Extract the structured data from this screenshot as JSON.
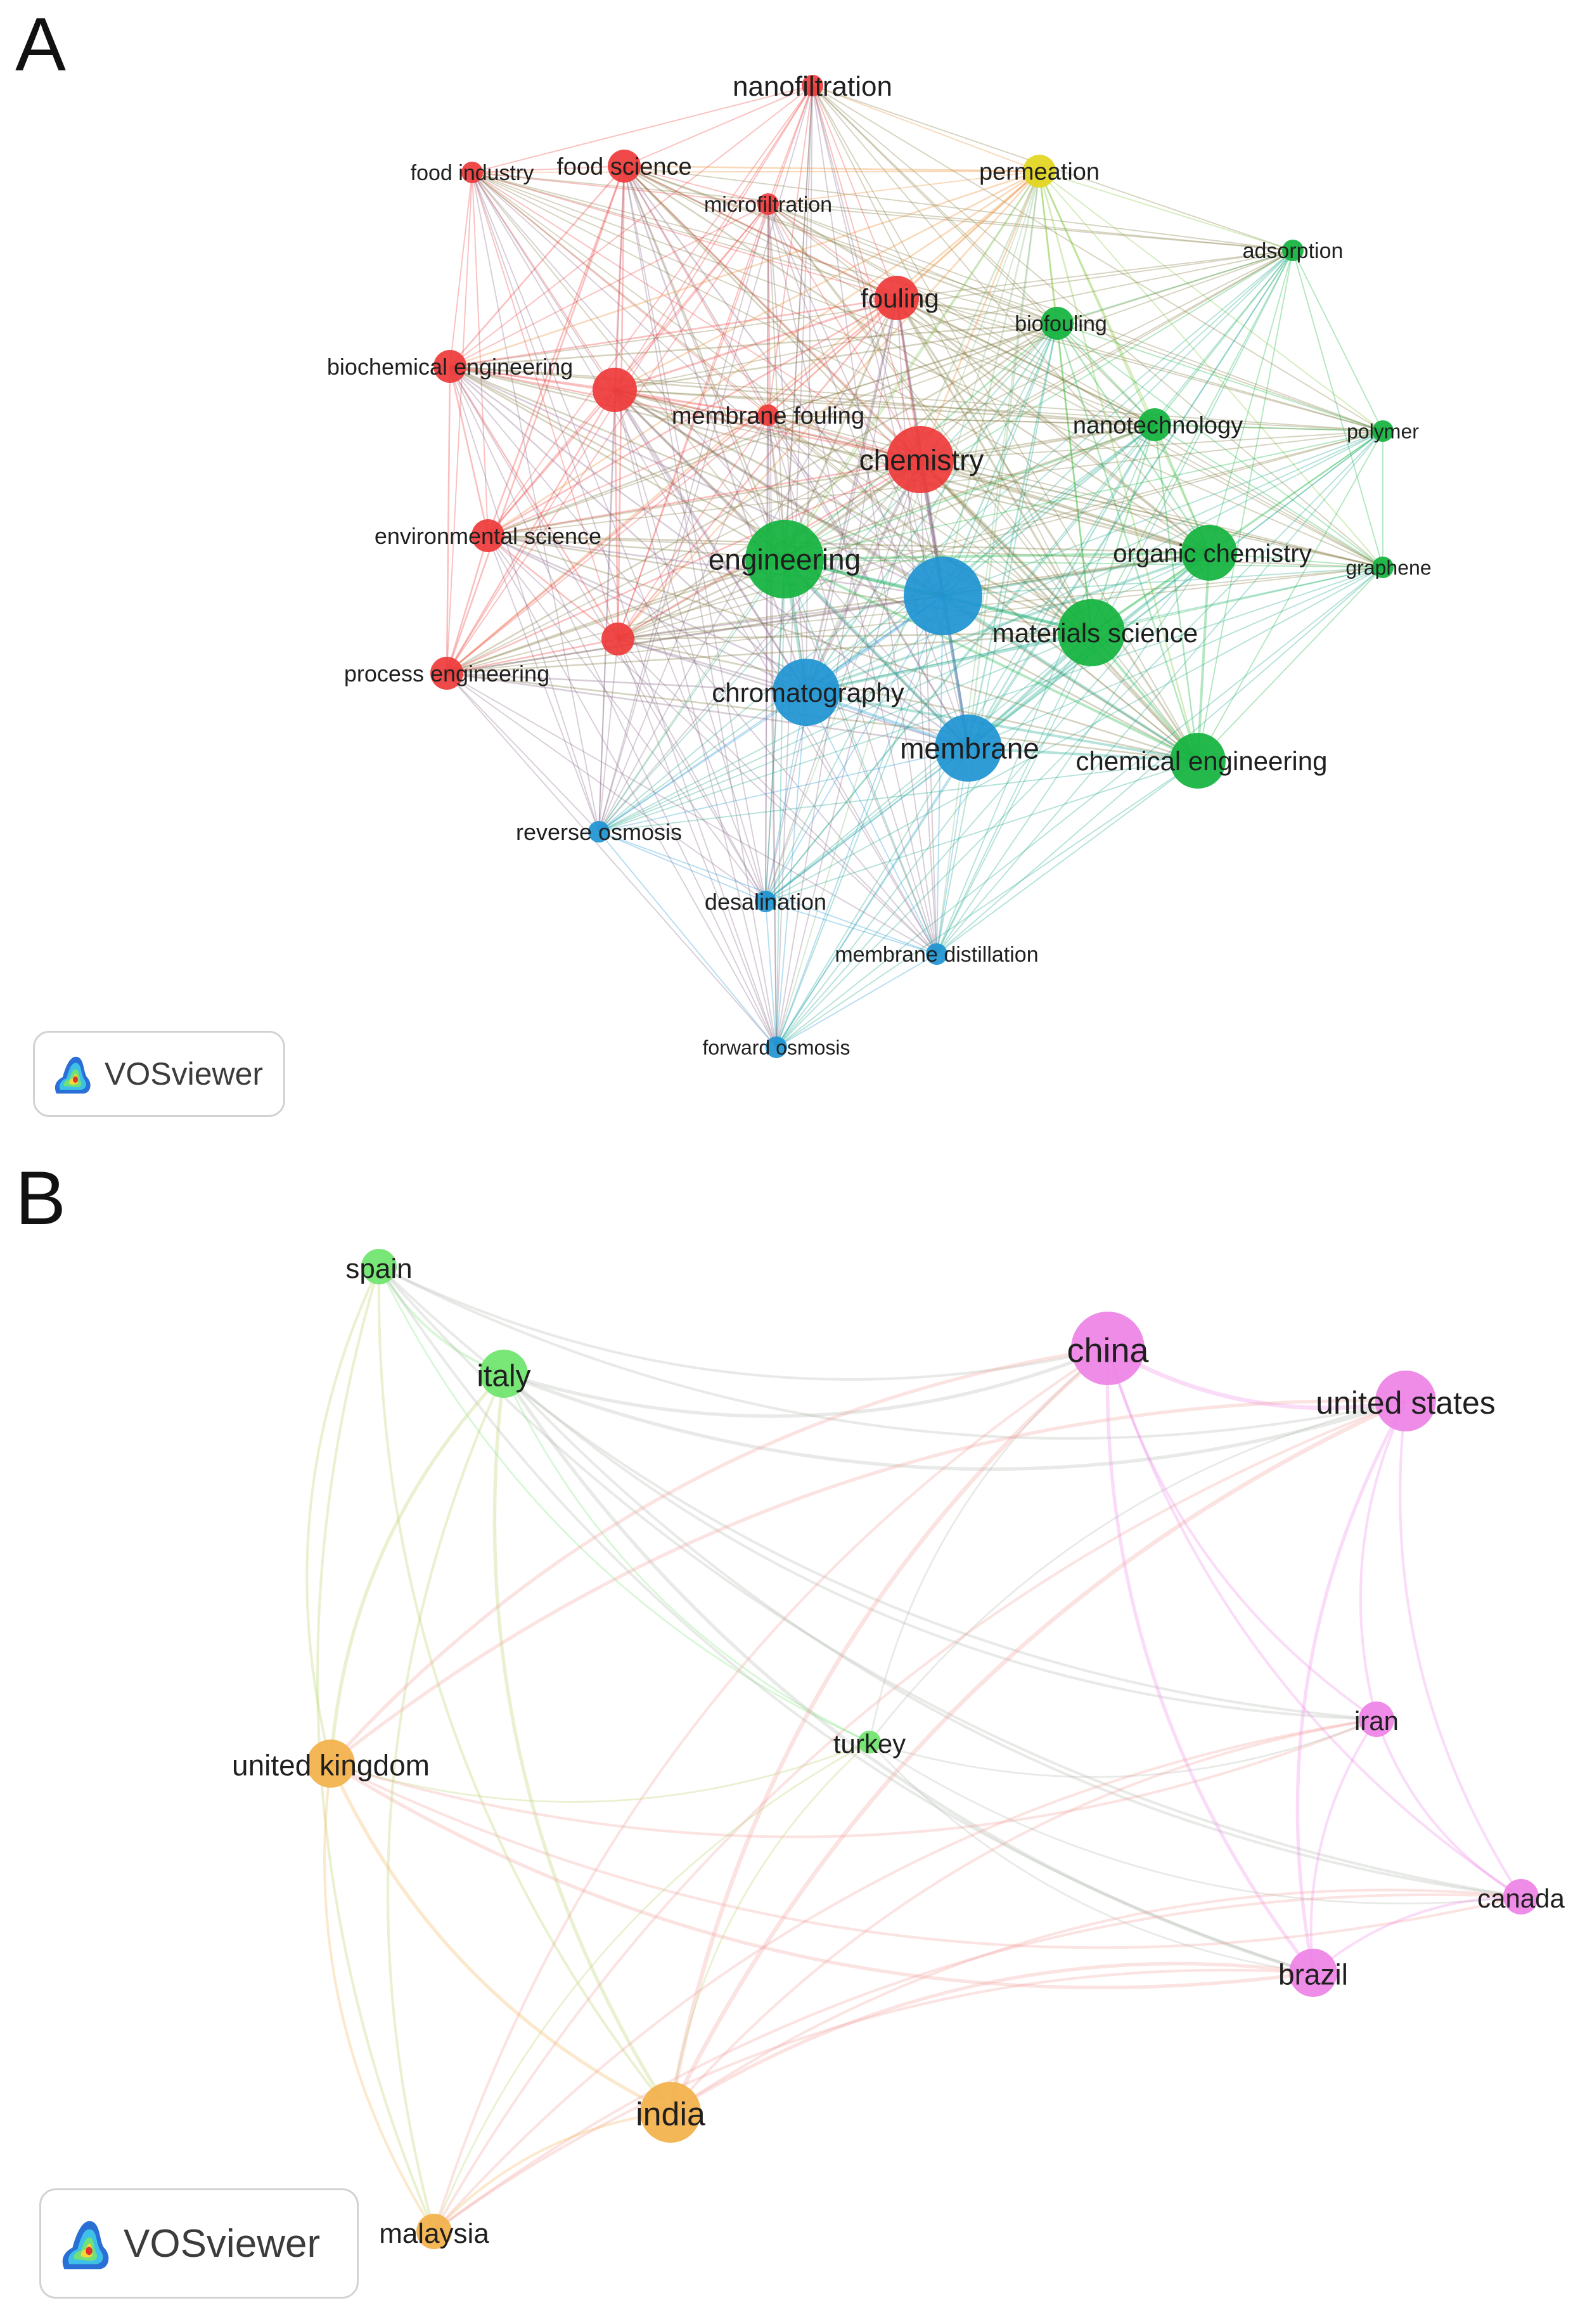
{
  "panels": {
    "a": {
      "letter": "A"
    },
    "b": {
      "letter": "B"
    }
  },
  "branding": {
    "logo_text": "VOSviewer"
  },
  "colors": {
    "red": "#ee3a3a",
    "green": "#12b33e",
    "blue": "#1e94d2",
    "yellow": "#e3d51e",
    "light_green": "#6ee46c",
    "pink": "#ee82e6",
    "orange": "#f3b14a"
  },
  "network_a": {
    "nodes": [
      {
        "id": "nanofiltration",
        "label": "nanofiltration",
        "cluster": "red",
        "weight": 1
      },
      {
        "id": "food_industry",
        "label": "food industry",
        "cluster": "red",
        "weight": 1
      },
      {
        "id": "food_science",
        "label": "food science",
        "cluster": "red",
        "weight": 2
      },
      {
        "id": "microfiltration",
        "label": "microfiltration",
        "cluster": "red",
        "weight": 1
      },
      {
        "id": "permeation",
        "label": "permeation",
        "cluster": "yellow",
        "weight": 2
      },
      {
        "id": "adsorption",
        "label": "adsorption",
        "cluster": "green",
        "weight": 1
      },
      {
        "id": "fouling",
        "label": "fouling",
        "cluster": "red",
        "weight": 3
      },
      {
        "id": "biofouling",
        "label": "biofouling",
        "cluster": "green",
        "weight": 2
      },
      {
        "id": "biochemical_engineering",
        "label": "biochemical engineering",
        "cluster": "red",
        "weight": 2
      },
      {
        "id": "membrane_fouling_node",
        "label": "",
        "cluster": "red",
        "weight": 3
      },
      {
        "id": "membrane_fouling",
        "label": "membrane fouling",
        "cluster": "red",
        "weight": 1
      },
      {
        "id": "chemistry",
        "label": "chemistry",
        "cluster": "red",
        "weight": 5
      },
      {
        "id": "nanotechnology",
        "label": "nanotechnology",
        "cluster": "green",
        "weight": 2
      },
      {
        "id": "polymer",
        "label": "polymer",
        "cluster": "green",
        "weight": 1
      },
      {
        "id": "environmental_science",
        "label": "environmental science",
        "cluster": "red",
        "weight": 2
      },
      {
        "id": "engineering",
        "label": "engineering",
        "cluster": "green",
        "weight": 6
      },
      {
        "id": "organic_chemistry",
        "label": "organic chemistry",
        "cluster": "green",
        "weight": 4
      },
      {
        "id": "graphene",
        "label": "graphene",
        "cluster": "green",
        "weight": 1
      },
      {
        "id": "blue_hub",
        "label": "",
        "cluster": "blue",
        "weight": 6
      },
      {
        "id": "materials_science",
        "label": "materials science",
        "cluster": "green",
        "weight": 5
      },
      {
        "id": "red_small",
        "label": "",
        "cluster": "red",
        "weight": 2
      },
      {
        "id": "process_engineering",
        "label": "process engineering",
        "cluster": "red",
        "weight": 2
      },
      {
        "id": "chromatography",
        "label": "chromatography",
        "cluster": "blue",
        "weight": 5
      },
      {
        "id": "membrane",
        "label": "membrane",
        "cluster": "blue",
        "weight": 5
      },
      {
        "id": "chemical_engineering",
        "label": "chemical engineering",
        "cluster": "green",
        "weight": 4
      },
      {
        "id": "reverse_osmosis",
        "label": "reverse osmosis",
        "cluster": "blue",
        "weight": 1
      },
      {
        "id": "desalination",
        "label": "desalination",
        "cluster": "blue",
        "weight": 1
      },
      {
        "id": "membrane_distillation",
        "label": "membrane distillation",
        "cluster": "blue",
        "weight": 1
      },
      {
        "id": "forward_osmosis",
        "label": "forward osmosis",
        "cluster": "blue",
        "weight": 1
      }
    ]
  },
  "network_b": {
    "nodes": [
      {
        "id": "spain",
        "label": "spain",
        "cluster": "light_green",
        "weight": 2
      },
      {
        "id": "italy",
        "label": "italy",
        "cluster": "light_green",
        "weight": 3
      },
      {
        "id": "china",
        "label": "china",
        "cluster": "pink",
        "weight": 5
      },
      {
        "id": "united_states",
        "label": "united states",
        "cluster": "pink",
        "weight": 4
      },
      {
        "id": "united_kingdom",
        "label": "united kingdom",
        "cluster": "orange",
        "weight": 3
      },
      {
        "id": "turkey",
        "label": "turkey",
        "cluster": "light_green",
        "weight": 1
      },
      {
        "id": "iran",
        "label": "iran",
        "cluster": "pink",
        "weight": 2
      },
      {
        "id": "canada",
        "label": "canada",
        "cluster": "pink",
        "weight": 2
      },
      {
        "id": "brazil",
        "label": "brazil",
        "cluster": "pink",
        "weight": 3
      },
      {
        "id": "india",
        "label": "india",
        "cluster": "orange",
        "weight": 4
      },
      {
        "id": "malaysia",
        "label": "malaysia",
        "cluster": "orange",
        "weight": 2
      }
    ]
  }
}
